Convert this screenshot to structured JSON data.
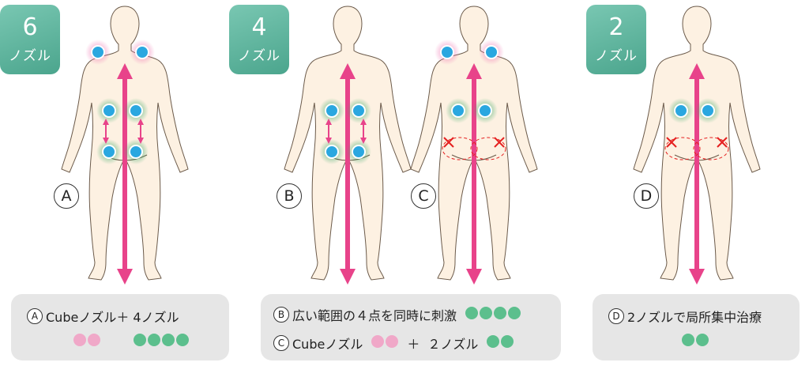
{
  "badges": [
    {
      "num": "6",
      "unit": "ノズル"
    },
    {
      "num": "4",
      "unit": "ノズル"
    },
    {
      "num": "2",
      "unit": "ノズル"
    }
  ],
  "figures": [
    {
      "label": "A",
      "shoulders": true,
      "upper": true,
      "lower": true,
      "crossed": false
    },
    {
      "label": "B",
      "shoulders": false,
      "upper": true,
      "lower": true,
      "crossed": false
    },
    {
      "label": "C",
      "shoulders": true,
      "upper": true,
      "lower": false,
      "crossed": true
    },
    {
      "label": "D",
      "shoulders": false,
      "upper": true,
      "lower": false,
      "crossed": true
    }
  ],
  "captions": {
    "a": {
      "marker": "A",
      "text": "Cubeノズル＋ 4ノズル",
      "pink_dots": 2,
      "green_dots": 4
    },
    "b": {
      "marker": "B",
      "text": "広い範囲の４点を同時に刺激",
      "green_dots": 4
    },
    "c": {
      "marker": "C",
      "text": "Cubeノズル",
      "pink_dots": 2,
      "plus": "＋",
      "text2": "２ノズル",
      "green_dots": 2
    },
    "d": {
      "marker": "D",
      "text": "2ノズルで局所集中治療",
      "green_dots": 2
    }
  },
  "colors": {
    "badge": "#5fb59e",
    "arrow": "#e8438a",
    "nozzle": "#2aa7e0",
    "green_glow": "#3faa6a",
    "pink_glow": "#f07ab4",
    "cross": "#e52020",
    "skin": "#fdf1e2",
    "caption_bg": "#e6e6e6"
  }
}
